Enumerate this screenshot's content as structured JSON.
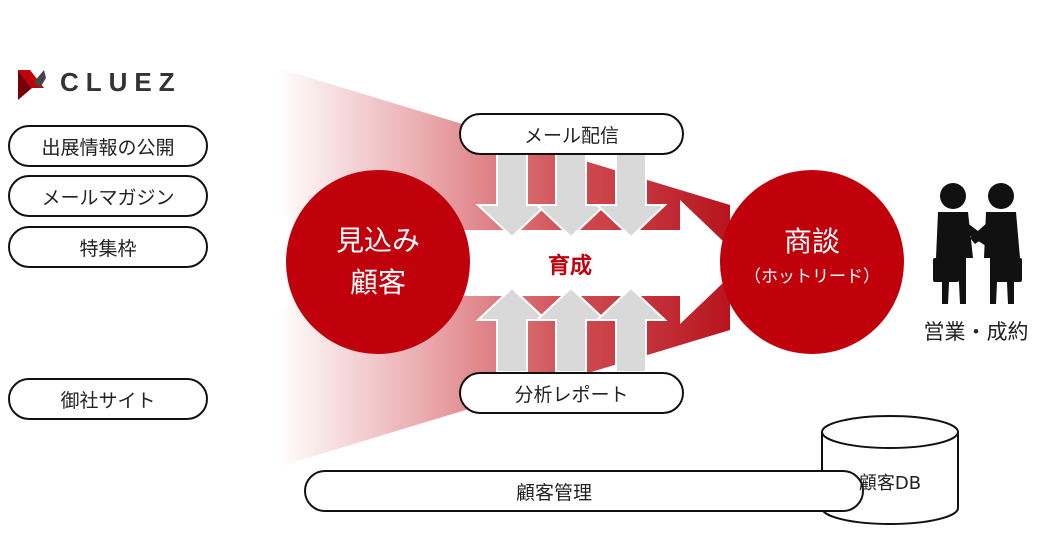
{
  "logo": {
    "text": "CLUEZ"
  },
  "sources": [
    {
      "label": "出展情報の公開"
    },
    {
      "label": "メールマガジン"
    },
    {
      "label": "特集枠"
    },
    {
      "label": "御社サイト"
    }
  ],
  "prospect": {
    "line1": "見込み",
    "line2": "顧客"
  },
  "nurture": {
    "label": "育成"
  },
  "email": {
    "label": "メール配信"
  },
  "analysis": {
    "label": "分析レポート"
  },
  "deal": {
    "title": "商談",
    "subtitle": "（ホットリード）"
  },
  "closing": {
    "label": "営業・成約"
  },
  "crm": {
    "label": "顧客管理"
  },
  "database": {
    "label": "顧客DB"
  },
  "colors": {
    "accent": "#c0000b",
    "arrow_gray": "#d9d9d9"
  }
}
